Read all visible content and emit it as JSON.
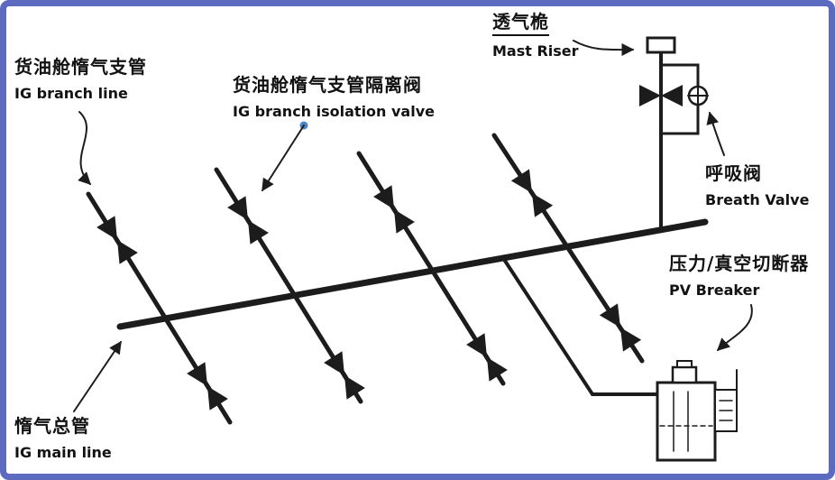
{
  "diagram": {
    "labels": {
      "ig_branch_line": {
        "zh": "货油舱惰气支管",
        "en": "IG branch line"
      },
      "ig_branch_isolation_valve": {
        "zh": "货油舱惰气支管隔离阀",
        "en": "IG branch isolation valve"
      },
      "mast_riser": {
        "zh": "透气桅",
        "en": "Mast Riser"
      },
      "breath_valve": {
        "zh": "呼吸阀",
        "en": "Breath Valve"
      },
      "pv_breaker": {
        "zh": "压力/真空切断器",
        "en": "PV Breaker"
      },
      "ig_main_line": {
        "zh": "惰气总管",
        "en": "IG main line"
      }
    },
    "colors": {
      "line": "#1c1c1c",
      "frame": "#5c6bc0",
      "pointer_dot": "#4a86c8",
      "background": "#ffffff"
    },
    "components": {
      "branch_count": 4,
      "valves_per_branch": 2
    }
  }
}
